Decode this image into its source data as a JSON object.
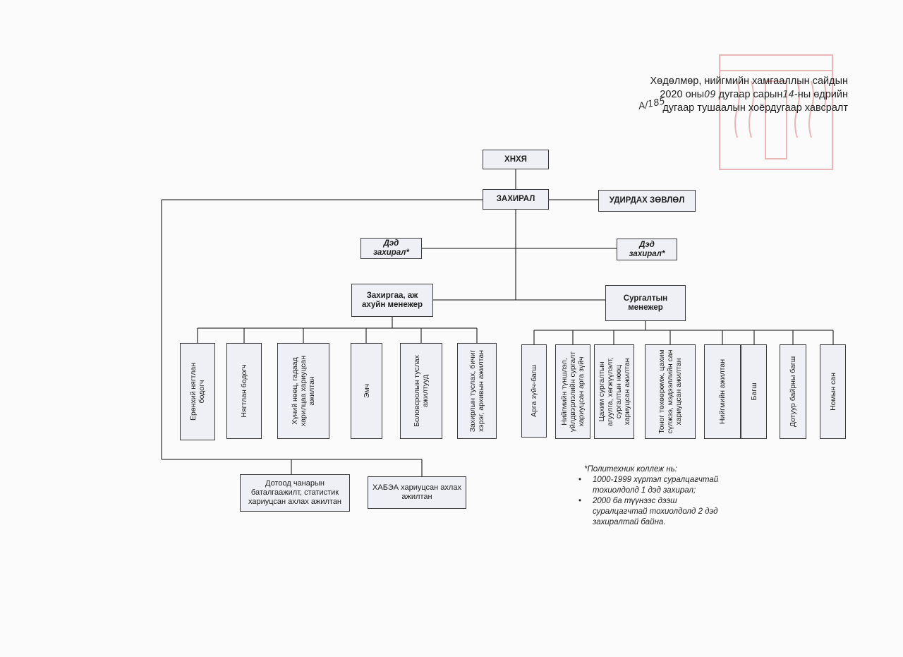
{
  "header": {
    "line1": "Хөдөлмөр, нийгмийн хамгааллын сайдын",
    "line2a": "2020 оны",
    "line2_month": "09",
    "line2b": "дугаар сарын",
    "line2_day": "14",
    "line2c": "-ны өдрийн",
    "line3": "дугаар тушаалын хоёрдугаар хавсралт",
    "order_no": "А/185"
  },
  "org": {
    "hnhya": "ХНХЯ",
    "director": "ЗАХИРАЛ",
    "board": "УДИРДАХ ЗӨВЛӨЛ",
    "deputy_left": "Дэд\nзахирал*",
    "deputy_right": "Дэд\nзахирал*",
    "admin_manager": "Захиргаа, аж\nахуйн менежер",
    "training_manager": "Сургалтын\nменежер",
    "admin_staff": [
      "Ерөнхий нягтлан\nбодогч",
      "Нягтлан бодогч",
      "Хүний нөөц, гадаад\nхарилцаа хариуцсан\nажилтан",
      "Эмч",
      "Боловсролын туслах\nажилтууд",
      "Захирлын туслах, бичиг\nхэрэг, архивын ажилтан"
    ],
    "training_staff": [
      "Арга зүйч-багш",
      "Нийгмийн түншлэл,\nүйлдвэрлэлийн сургалт\nхариуцсан арга зүйч",
      "Цахим сургалтын\nагуулга, хөгжүүлэлт,\nсургалтын нөөц\nхариуцсан ажилтан",
      "Тоног төхөөрөмж, цахим\nсүлжээ, мэдээллийн сан\nхариуцсан ажилтан",
      "Нийгмийн ажилтан",
      "Багш",
      "Дотуур байрны багш",
      "Номын сан"
    ],
    "quality": "Дотоод чанарын\nбаталгаажилт, статистик\nхариуцсан ахлах ажилтан",
    "safety": "ХАБЭА хариуцсан ахлах\nажилтан"
  },
  "note": {
    "title": "*Политехник коллеж нь:",
    "items": [
      "1000-1999 хүртэл суралцагчтай тохиолдолд 1 дэд захирал;",
      "2000 ба түүнээс дээш суралцагчтай тохиолдолд 2 дэд захиралтай байна."
    ]
  }
}
